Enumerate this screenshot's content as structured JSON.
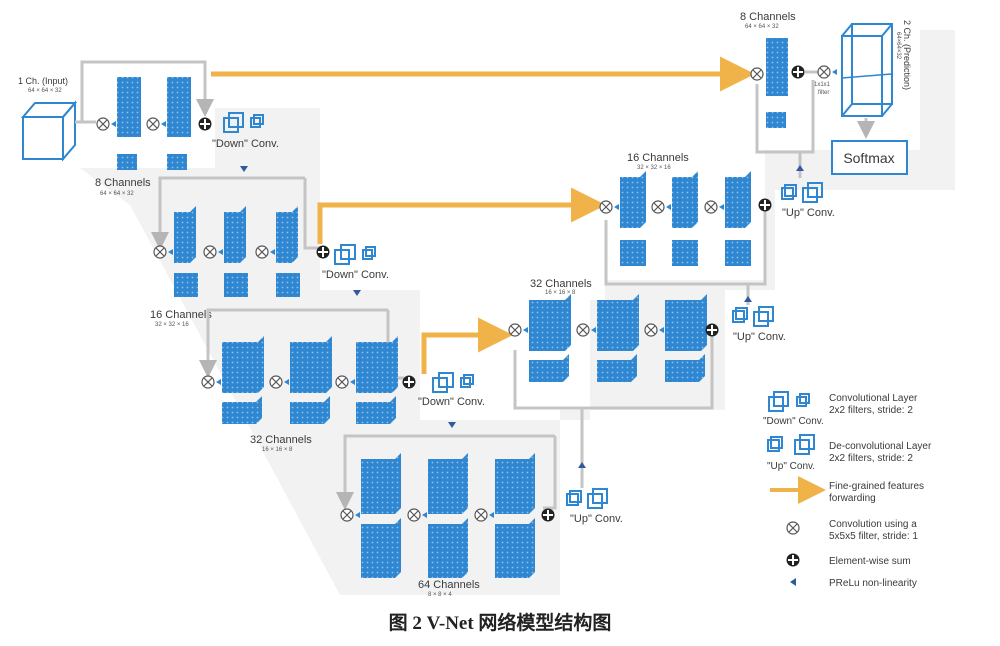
{
  "input": {
    "title": "1 Ch. (Input)",
    "size": "64 × 64 × 32"
  },
  "output": {
    "title": "2 Ch. (Prediction)",
    "size": "64×64×32",
    "softmax": "Softmax",
    "conv_size": "1x1x1",
    "conv_filter": "filter"
  },
  "encoder": [
    {
      "channels": "8 Channels",
      "size": "64 × 64 × 32"
    },
    {
      "channels": "16 Channels",
      "size": "32 × 32 × 16"
    },
    {
      "channels": "32 Channels",
      "size": "16 × 16 × 8"
    },
    {
      "channels": "64 Channels",
      "size": "8 × 8 × 4"
    }
  ],
  "decoder": [
    {
      "channels": "8 Channels",
      "size": "64 × 64 × 32"
    },
    {
      "channels": "16 Channels",
      "size": "32 × 32 × 16"
    },
    {
      "channels": "32 Channels",
      "size": "16 × 16 × 8"
    }
  ],
  "down_conv": "\"Down\" Conv.",
  "up_conv": "\"Up\" Conv.",
  "legend": {
    "down_label": "\"Down\" Conv.",
    "down_desc1": "Convolutional Layer",
    "down_desc2": "2x2 filters, stride: 2",
    "up_label": "\"Up\" Conv.",
    "up_desc1": "De-convolutional Layer",
    "up_desc2": "2x2 filters, stride: 2",
    "forward1": "Fine-grained features",
    "forward2": "forwarding",
    "conv1": "Convolution using a",
    "conv2": "5x5x5 filter, stride: 1",
    "sum": "Element-wise sum",
    "prelu": "PReLu non-linearity"
  },
  "caption": "图 2   V-Net 网络模型结构图",
  "colors": {
    "block": "#2f86d1",
    "forward": "#f0b34a",
    "line": "#c4c4c4",
    "band": "#f1f1f1"
  }
}
